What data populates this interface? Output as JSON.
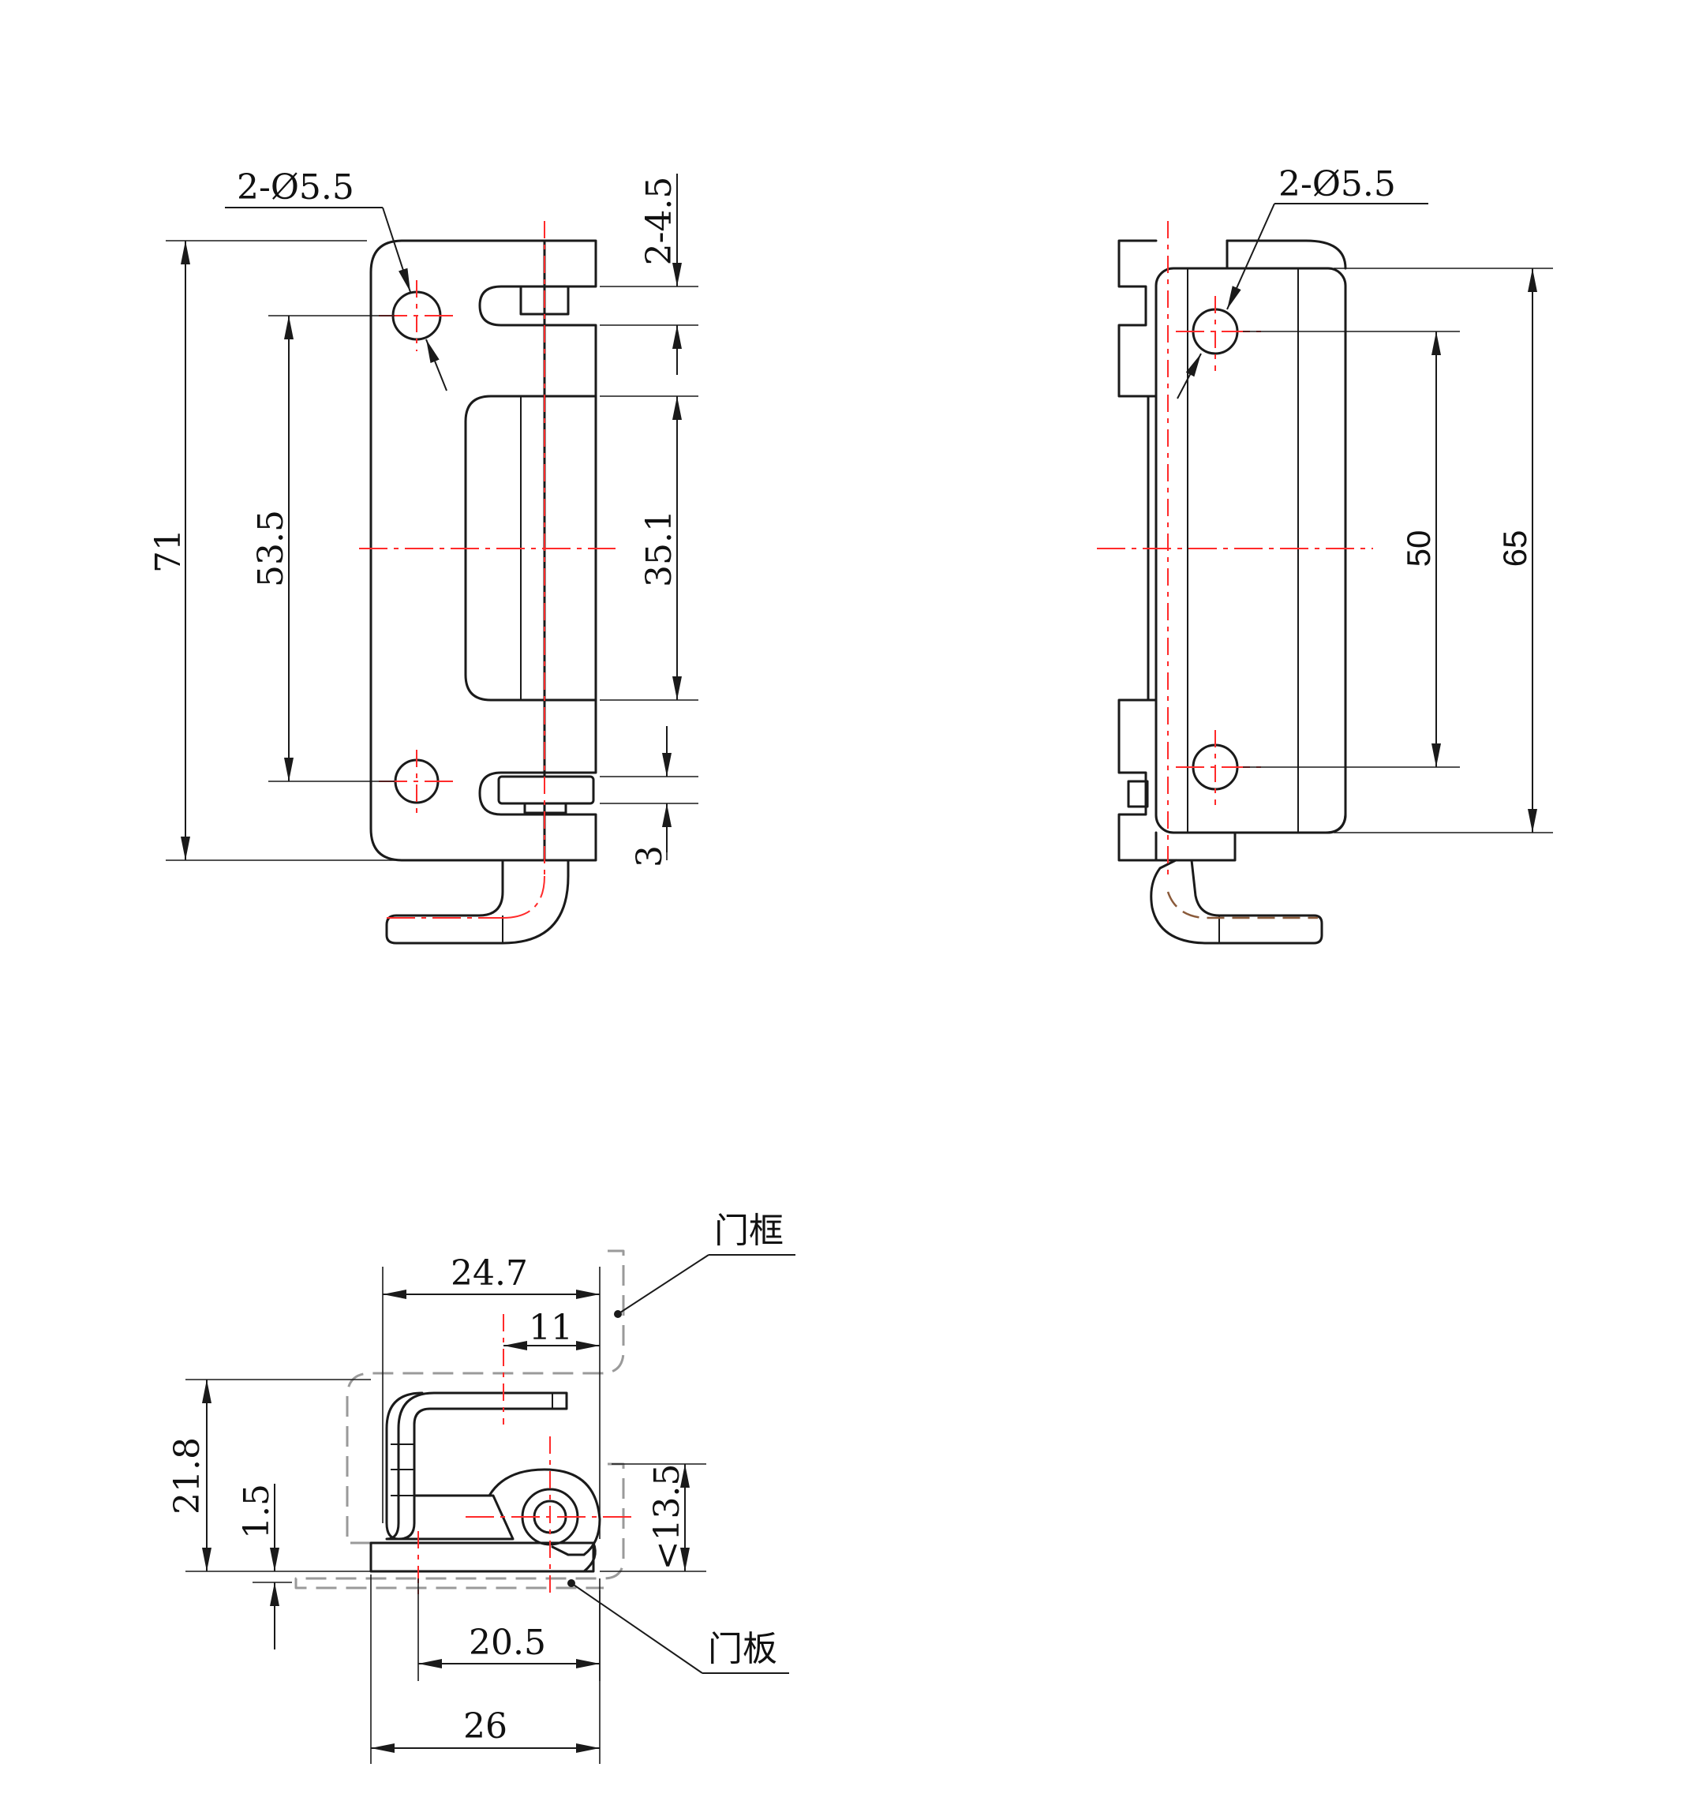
{
  "front_view": {
    "hole_callout": "2-Ø5.5",
    "slot_callout": "2-4.5",
    "overall_height": "71",
    "hole_spacing": "53.5",
    "recess_length": "35.1",
    "slot_offset": "3"
  },
  "side_view": {
    "hole_callout": "2-Ø5.5",
    "hole_spacing": "50",
    "body_height": "65"
  },
  "section_view": {
    "top_width": "24.7",
    "pin_offset": "11",
    "height": "21.8",
    "plate_thickness": "1.5",
    "right_height": "<13.5",
    "bottom_pin_span": "20.5",
    "overall_width": "26",
    "label_frame": "门框",
    "label_door": "门板"
  },
  "colors": {
    "outline": "#1a1a1a",
    "centerline": "#ff2a2a",
    "hidden_line": "#9a9a9a"
  }
}
